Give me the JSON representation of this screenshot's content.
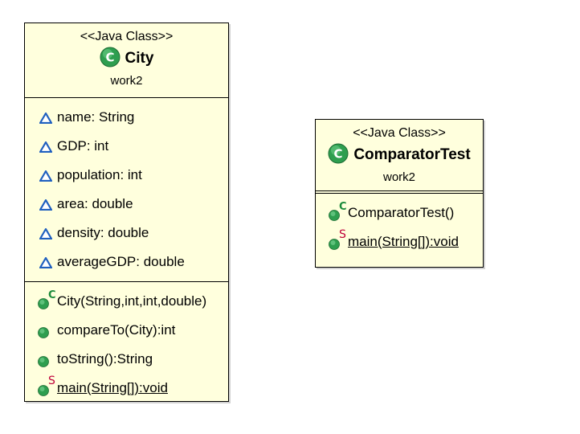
{
  "classes": {
    "city": {
      "stereotype": "<<Java Class>>",
      "name": "City",
      "package": "work2",
      "attributes": [
        "name: String",
        "GDP: int",
        "population: int",
        "area: double",
        "density: double",
        "averageGDP: double"
      ],
      "operations": [
        "City(String,int,int,double)",
        "compareTo(City):int",
        "toString():String",
        "main(String[]):void"
      ]
    },
    "comparator": {
      "stereotype": "<<Java Class>>",
      "name": "ComparatorTest",
      "package": "work2",
      "operations": [
        "ComparatorTest()",
        "main(String[]):void"
      ]
    }
  },
  "icons": {
    "class": "class-icon",
    "attribute": "package-private-field-icon",
    "method": "public-method-icon",
    "constructor": "constructor-icon",
    "static_method": "static-method-icon"
  },
  "colors": {
    "class_fill": "#ffffdd",
    "icon_green": "#2e9e4f",
    "attribute_blue": "#1f5fbf",
    "static_red": "#c0003a"
  },
  "modifiers": {
    "constructor": "C",
    "static": "S"
  }
}
